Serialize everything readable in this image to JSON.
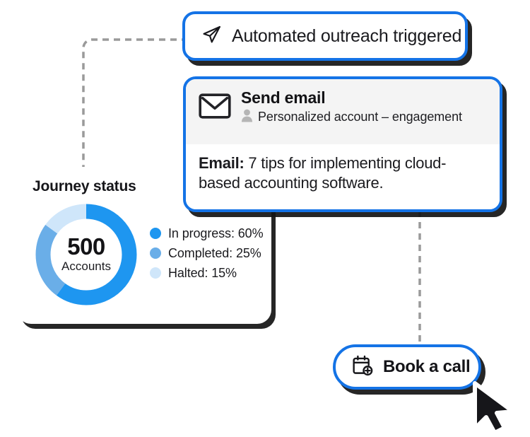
{
  "theme": {
    "accent_blue": "#1473E6",
    "card_bg": "#FFFFFF",
    "header_bg": "#F4F4F4",
    "text_dark": "#16161A",
    "connector_gray": "#9A9A9A",
    "shadow": "#141414"
  },
  "outreach_pill": {
    "icon": "paper-plane-icon",
    "label": "Automated outreach triggered"
  },
  "email_card": {
    "icon": "envelope-icon",
    "title": "Send email",
    "audience_icon": "person-icon",
    "audience": "Personalized account – engagement",
    "body_label": "Email:",
    "body_text": "7 tips for implementing cloud-based accounting software."
  },
  "journey_card": {
    "title": "Journey status",
    "center_value": "500",
    "center_unit": "Accounts"
  },
  "book_pill": {
    "icon": "calendar-plus-icon",
    "label": "Book a call"
  },
  "cursor": {
    "icon": "mouse-pointer-icon"
  },
  "chart_data": {
    "type": "pie",
    "variant": "donut",
    "title": "Journey status",
    "center_value": "500",
    "center_label": "Accounts",
    "total_accounts": 500,
    "unit": "%",
    "start_angle_deg": 0,
    "direction": "clockwise",
    "legend_position": "right",
    "categories": [
      "In progress",
      "Completed",
      "Halted"
    ],
    "values": [
      60,
      25,
      15
    ],
    "colors": [
      "#1E96F0",
      "#6AAEE8",
      "#CFE6FA"
    ],
    "labels": [
      "In progress: 60%",
      "Completed: 25%",
      "Halted: 15%"
    ]
  }
}
